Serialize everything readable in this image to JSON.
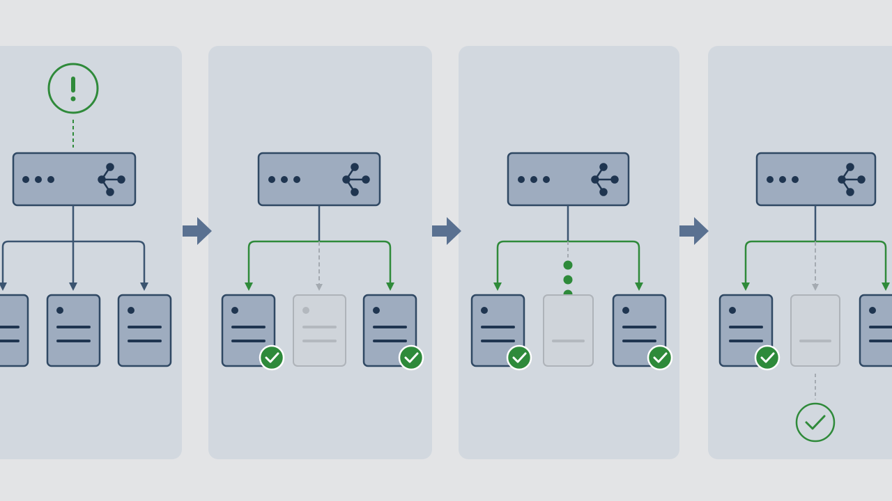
{
  "colors": {
    "background": "#e3e4e6",
    "panel": "#d2d8df",
    "node_fill": "#9eacbf",
    "node_stroke": "#2f4863",
    "dark_line": "#3b5470",
    "arrow": "#5a7191",
    "green": "#2f8a3a",
    "check_fill": "#2e8a3a",
    "faded_fill": "#cfd4da",
    "faded_stroke": "#aeb3b9",
    "faded_line": "#b3b8be",
    "dashed_grey": "#a4aab1"
  },
  "icons": [
    "alert-circle-icon",
    "more-dots-icon",
    "branch-share-icon",
    "document-icon",
    "checkmark-badge-icon",
    "success-circle-icon",
    "right-arrow-icon"
  ],
  "stages": [
    {
      "top_indicator": "alert",
      "center_link": "solid",
      "links": [
        "dark",
        "dark",
        "dark"
      ],
      "docs": [
        "normal",
        "normal",
        "normal"
      ],
      "checks": [
        false,
        false,
        false
      ],
      "bottom_indicator": "none"
    },
    {
      "top_indicator": "none",
      "center_link": "dashed",
      "links": [
        "green",
        "dashed",
        "green"
      ],
      "docs": [
        "normal",
        "faded",
        "normal"
      ],
      "checks": [
        true,
        false,
        true
      ],
      "bottom_indicator": "none"
    },
    {
      "top_indicator": "none",
      "center_link": "dots",
      "links": [
        "green",
        "dots",
        "green"
      ],
      "docs": [
        "normal",
        "placeholder",
        "normal"
      ],
      "checks": [
        true,
        false,
        true
      ],
      "bottom_indicator": "none"
    },
    {
      "top_indicator": "none",
      "center_link": "dashed",
      "links": [
        "green",
        "dashed",
        "green"
      ],
      "docs": [
        "normal",
        "placeholder",
        "normal"
      ],
      "checks": [
        true,
        false,
        false
      ],
      "bottom_indicator": "success"
    }
  ]
}
